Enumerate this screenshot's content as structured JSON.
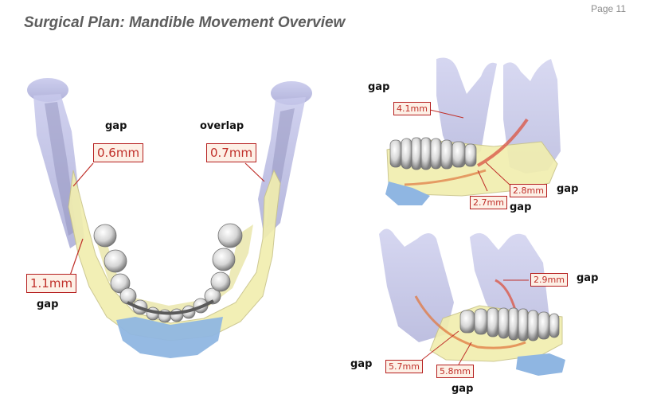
{
  "page": {
    "number": "Page 11",
    "title": "Surgical Plan: Mandible Movement Overview"
  },
  "frontal_view": {
    "left_label": "gap",
    "right_label": "overlap",
    "left_measure": "0.6mm",
    "right_measure": "0.7mm",
    "bottom_measure": "1.1mm",
    "bottom_label": "gap"
  },
  "lateral_top_view": {
    "label_top": "gap",
    "measure_top": "4.1mm",
    "measure_right": "2.8mm",
    "label_right": "gap",
    "measure_bottom": "2.7mm",
    "label_bottom": "gap"
  },
  "lateral_bottom_view": {
    "measure_right": "2.9mm",
    "label_right": "gap",
    "label_left": "gap",
    "measure_left": "5.7mm",
    "measure_center": "5.8mm",
    "label_center": "gap"
  },
  "colors": {
    "bone_overlay": "#f1eeaf",
    "ramus": "#bcbde3",
    "chin": "#8fb6e2",
    "tooth": "#e5e5e5",
    "measure_line": "#c0302a"
  }
}
